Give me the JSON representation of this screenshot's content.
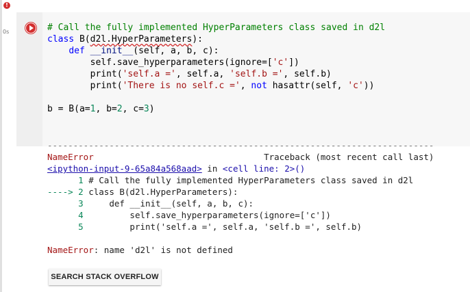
{
  "status": {
    "error_badge": "!",
    "exec_time": "0s"
  },
  "code_lines": [
    "# Call the fully implemented HyperParameters class saved in d2l",
    "class B(d2l.HyperParameters):",
    "    def __init__(self, a, b, c):",
    "        self.save_hyperparameters(ignore=['c'])",
    "        print('self.a =', self.a, 'self.b =', self.b)",
    "        print('There is no self.c =', not hasattr(self, 'c'))",
    "",
    "b = B(a=1, b=2, c=3)"
  ],
  "traceback": {
    "separator": "---------------------------------------------------------------------------",
    "error_type": "NameError",
    "header_right": "Traceback (most recent call last)",
    "location_link": "<ipython-input-9-65a84a568aad>",
    "location_in": " in ",
    "location_cell": "<cell line: 2>()",
    "context": [
      {
        "marker": "      ",
        "num": "1",
        "text": " # Call the fully implemented HyperParameters class saved in d2l"
      },
      {
        "marker": "----> ",
        "num": "2",
        "text": " class B(d2l.HyperParameters):"
      },
      {
        "marker": "      ",
        "num": "3",
        "text": "     def __init__(self, a, b, c):"
      },
      {
        "marker": "      ",
        "num": "4",
        "text": "         self.save_hyperparameters(ignore=['c'])"
      },
      {
        "marker": "      ",
        "num": "5",
        "text": "         print('self.a =', self.a, 'self.b =', self.b)"
      }
    ],
    "final_type": "NameError",
    "final_message": ": name 'd2l' is not defined"
  },
  "so_button_label": "SEARCH STACK OVERFLOW",
  "colors": {
    "error": "#d32f2f",
    "keyword": "#0000ff",
    "string": "#a31515",
    "comment": "#008000",
    "number": "#098658"
  }
}
